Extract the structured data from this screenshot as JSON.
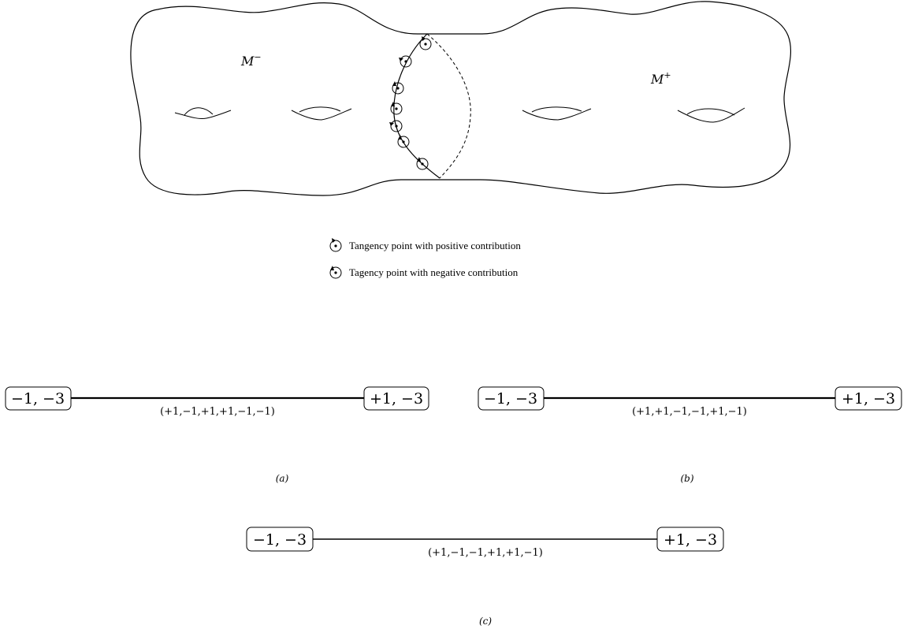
{
  "surface": {
    "left_label_main": "M",
    "left_label_sup": "−",
    "right_label_main": "M",
    "right_label_sup": "+"
  },
  "legend": {
    "positive_label": "Tangency point with positive contribution",
    "negative_label": "Tagency point with negative contribution"
  },
  "graphs": [
    {
      "id": "a",
      "left_node": "−1, −3",
      "right_node": "+1, −3",
      "sequence": "(+1,−1,+1,+1,−1,−1)",
      "caption": "(a)"
    },
    {
      "id": "b",
      "left_node": "−1, −3",
      "right_node": "+1, −3",
      "sequence": "(+1,+1,−1,−1,+1,−1)",
      "caption": "(b)"
    },
    {
      "id": "c",
      "left_node": "−1, −3",
      "right_node": "+1, −3",
      "sequence": "(+1,−1,−1,+1,+1,−1)",
      "caption": "(c)"
    }
  ]
}
